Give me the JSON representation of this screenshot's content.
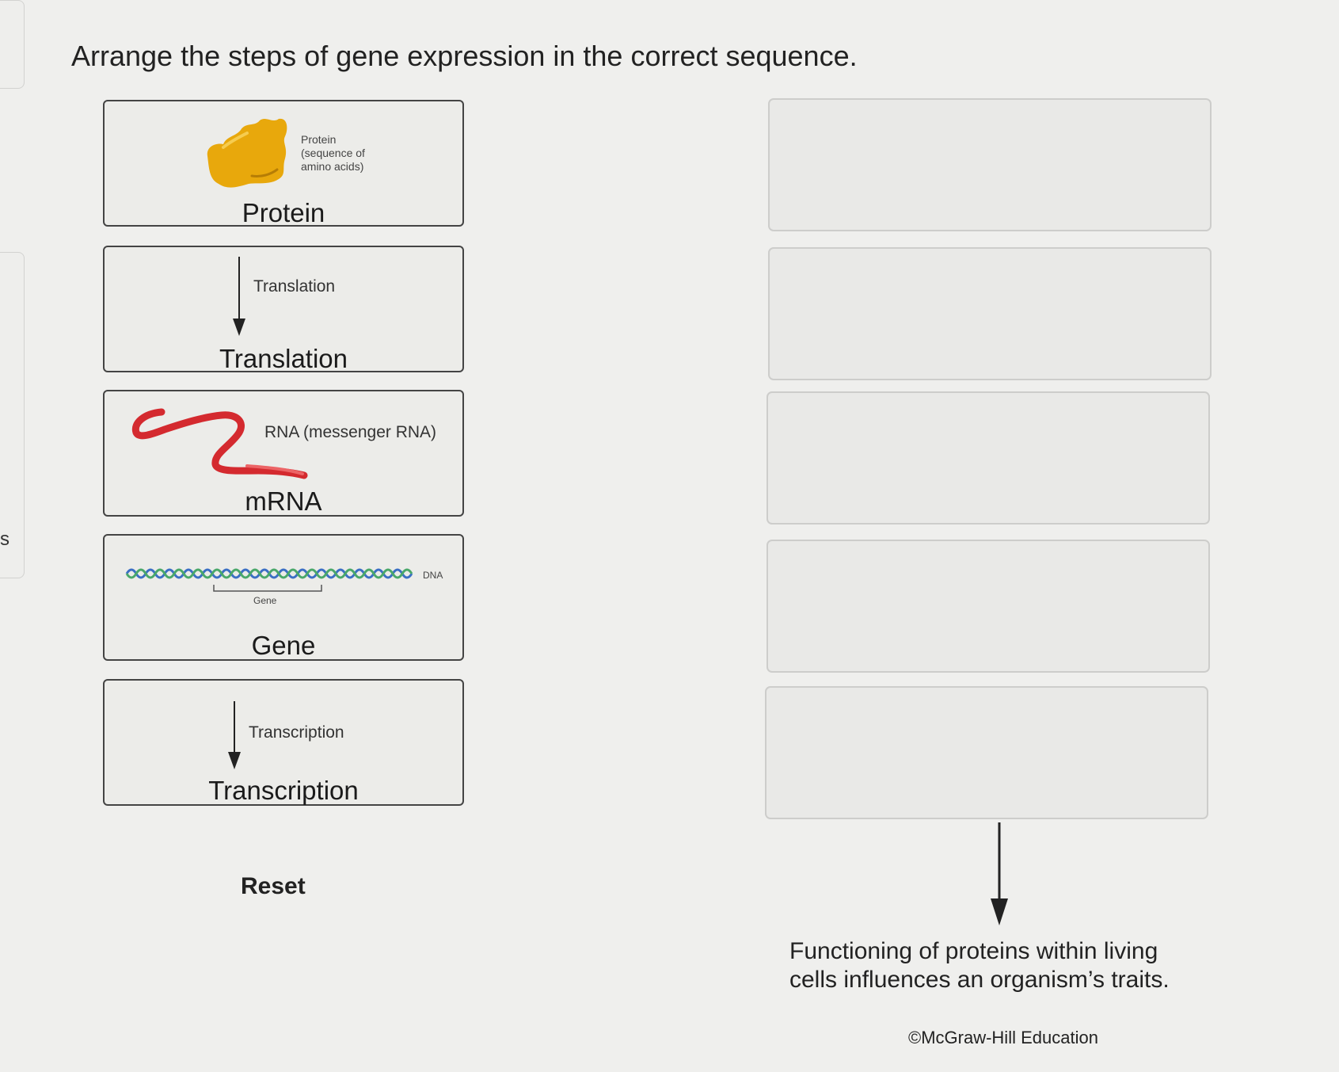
{
  "instruction": "Arrange the steps of gene expression in the correct sequence.",
  "edge_letter": "s",
  "cards": [
    {
      "label": "Protein",
      "caption_lines": [
        "Protein",
        "(sequence of",
        "amino acids)"
      ]
    },
    {
      "label": "Translation",
      "caption": "Translation"
    },
    {
      "label": "mRNA",
      "caption": "RNA (messenger RNA)"
    },
    {
      "label": "Gene",
      "caption_dna": "DNA",
      "caption_gene": "Gene"
    },
    {
      "label": "Transcription",
      "caption": "Transcription"
    }
  ],
  "reset_label": "Reset",
  "conclusion_lines": [
    "Functioning of proteins within living",
    "cells influences an organism’s traits."
  ],
  "copyright": "©McGraw-Hill Education",
  "colors": {
    "protein": "#e8a80c",
    "mrna": "#d42a2f",
    "dna_blue": "#3b6fc4",
    "dna_green": "#4aa86a"
  }
}
